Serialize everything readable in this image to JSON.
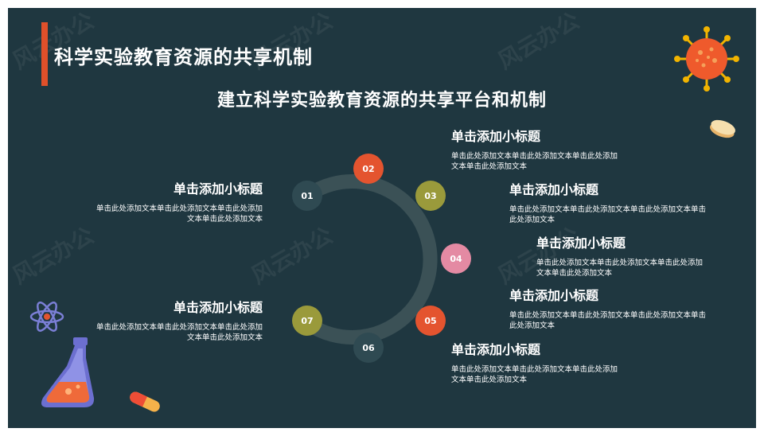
{
  "title": "科学实验教育资源的共享机制",
  "subtitle": "建立科学实验教育资源的共享平台和机制",
  "watermark": "风云办公",
  "colors": {
    "background": "#1f3740",
    "accent": "#e0502a",
    "ring": "#3b5156"
  },
  "nodes": [
    {
      "num": "01",
      "color": "#2f4a52"
    },
    {
      "num": "02",
      "color": "#e4542f"
    },
    {
      "num": "03",
      "color": "#9a9a3b"
    },
    {
      "num": "04",
      "color": "#e48aa3"
    },
    {
      "num": "05",
      "color": "#e4542f"
    },
    {
      "num": "06",
      "color": "#2f4a52"
    },
    {
      "num": "07",
      "color": "#9a9a3b"
    }
  ],
  "items": [
    {
      "heading": "单击添加小标题",
      "body": "单击此处添加文本单击此处添加文本单击此处添加文本单击此处添加文本"
    },
    {
      "heading": "单击添加小标题",
      "body": "单击此处添加文本单击此处添加文本单击此处添加文本单击此处添加文本"
    },
    {
      "heading": "单击添加小标题",
      "body": "单击此处添加文本单击此处添加文本单击此处添加文本单击此处添加文本"
    },
    {
      "heading": "单击添加小标题",
      "body": "单击此处添加文本单击此处添加文本单击此处添加文本单击此处添加文本"
    },
    {
      "heading": "单击添加小标题",
      "body": "单击此处添加文本单击此处添加文本单击此处添加文本单击此处添加文本"
    },
    {
      "heading": "单击添加小标题",
      "body": "单击此处添加文本单击此处添加文本单击此处添加文本单击此处添加文本"
    },
    {
      "heading": "单击添加小标题",
      "body": "单击此处添加文本单击此处添加文本单击此处添加文本单击此处添加文本"
    }
  ],
  "icons": [
    "virus-icon",
    "pill-icon",
    "atom-icon",
    "flask-icon",
    "capsule-icon"
  ]
}
